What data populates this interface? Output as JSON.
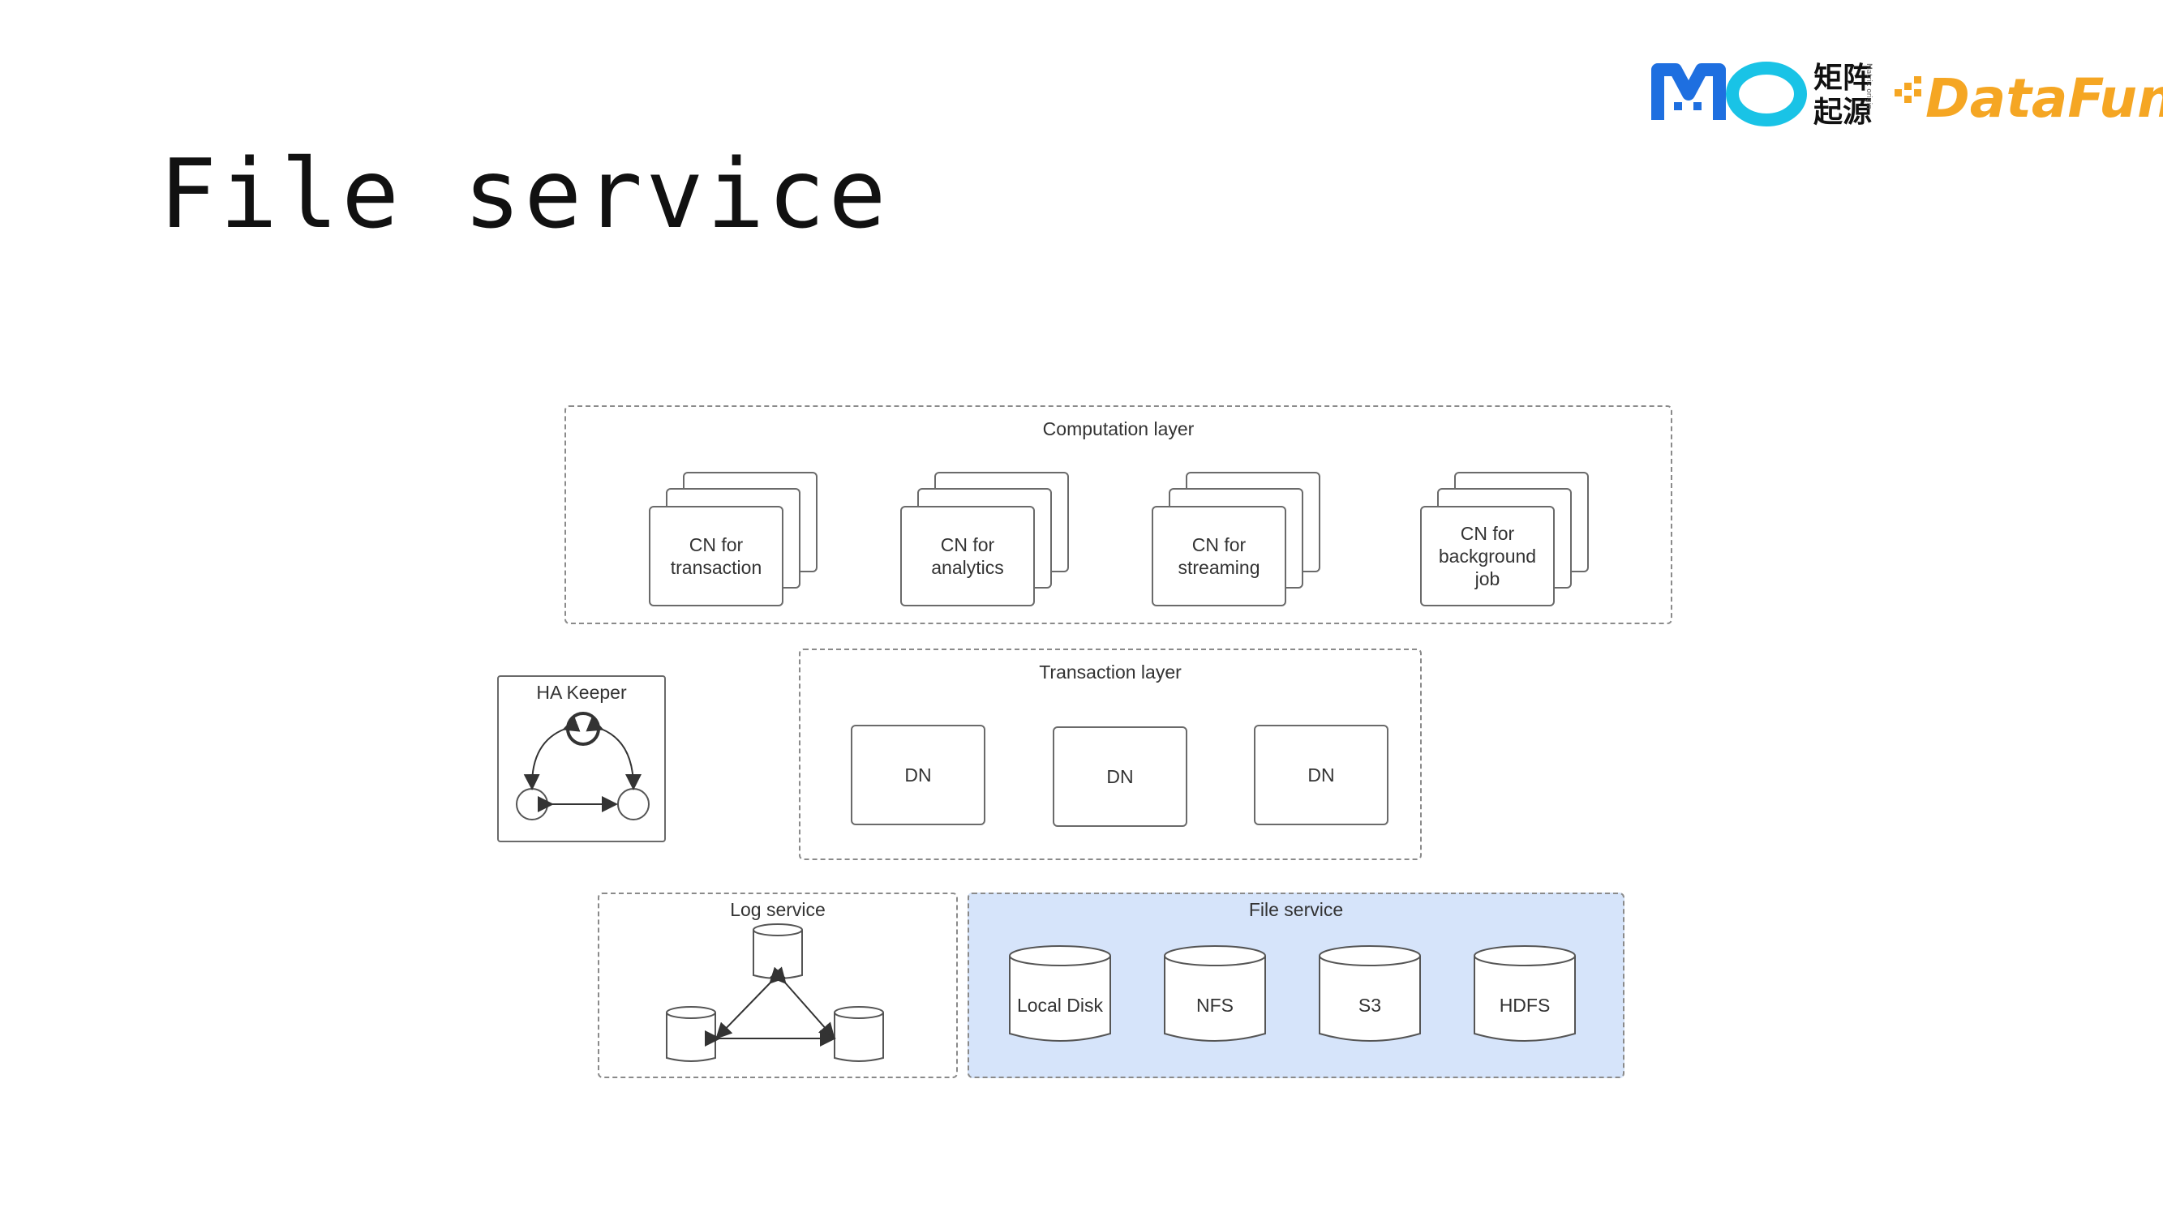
{
  "slide": {
    "title": "File service"
  },
  "logos": {
    "mo_text": "MO",
    "mo_chinese_line1": "矩阵",
    "mo_chinese_line2": "起源",
    "mo_vertical": "Matrix origin",
    "datafun_text": "DataFun."
  },
  "diagram": {
    "computation_layer": {
      "label": "Computation layer",
      "nodes": [
        {
          "label": "CN for\ntransaction"
        },
        {
          "label": "CN for\nanalytics"
        },
        {
          "label": "CN for\nstreaming"
        },
        {
          "label": "CN for\nbackground\njob"
        }
      ]
    },
    "ha_keeper": {
      "label": "HA Keeper"
    },
    "transaction_layer": {
      "label": "Transaction layer",
      "nodes": [
        {
          "label": "DN"
        },
        {
          "label": "DN"
        },
        {
          "label": "DN"
        }
      ]
    },
    "log_service": {
      "label": "Log service"
    },
    "file_service": {
      "label": "File service",
      "storages": [
        {
          "label": "Local Disk"
        },
        {
          "label": "NFS"
        },
        {
          "label": "S3"
        },
        {
          "label": "HDFS"
        }
      ]
    }
  },
  "colors": {
    "file_service_fill": "#d6e4fa",
    "mo_blue": "#1e6fe0",
    "mo_cyan": "#19c3e6",
    "datafun_orange": "#f5a623"
  }
}
